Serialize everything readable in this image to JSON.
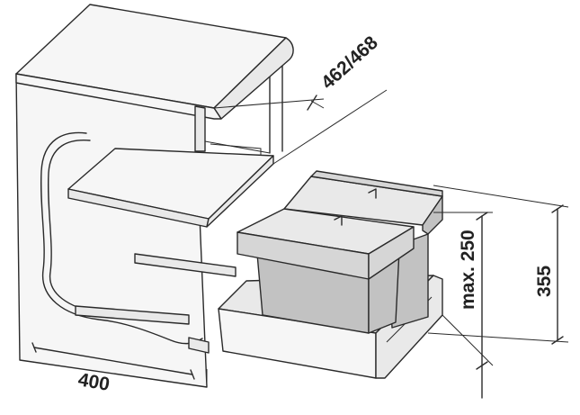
{
  "diagram": {
    "dimensions": {
      "depth_label": "462/468",
      "width_label": "400",
      "height_label": "355",
      "bin_height_label": "max. 250"
    },
    "colors": {
      "line": "#2a2a2a",
      "cabinet_fill": "#e9e9e9",
      "shelf_fill": "#d6d6d6",
      "bin_fill": "#c2c2c2"
    }
  }
}
